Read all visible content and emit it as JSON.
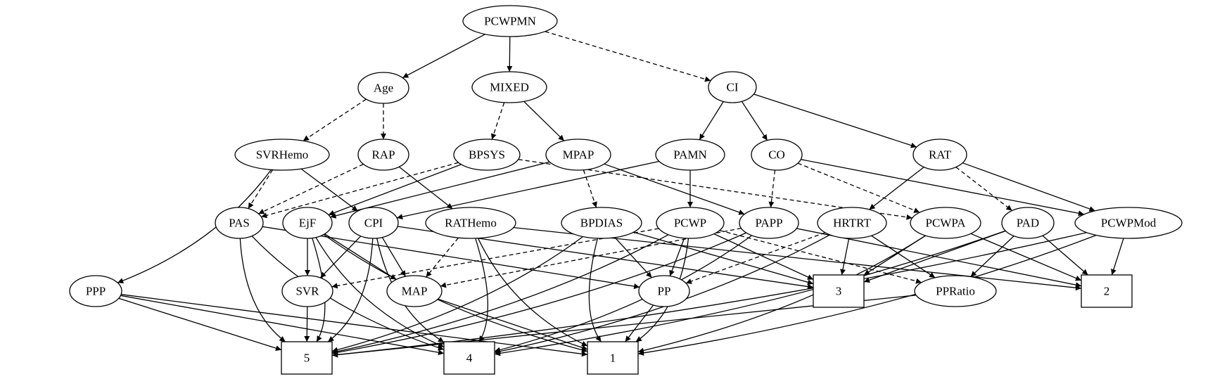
{
  "nodes": [
    {
      "id": "PCWPMN",
      "label": "PCWPMN",
      "shape": "ellipse"
    },
    {
      "id": "Age",
      "label": "Age",
      "shape": "ellipse"
    },
    {
      "id": "MIXED",
      "label": "MIXED",
      "shape": "ellipse"
    },
    {
      "id": "CI",
      "label": "CI",
      "shape": "ellipse"
    },
    {
      "id": "SVRHemo",
      "label": "SVRHemo",
      "shape": "ellipse"
    },
    {
      "id": "RAP",
      "label": "RAP",
      "shape": "ellipse"
    },
    {
      "id": "BPSYS",
      "label": "BPSYS",
      "shape": "ellipse"
    },
    {
      "id": "MPAP",
      "label": "MPAP",
      "shape": "ellipse"
    },
    {
      "id": "PAMN",
      "label": "PAMN",
      "shape": "ellipse"
    },
    {
      "id": "CO",
      "label": "CO",
      "shape": "ellipse"
    },
    {
      "id": "RAT",
      "label": "RAT",
      "shape": "ellipse"
    },
    {
      "id": "PAS",
      "label": "PAS",
      "shape": "ellipse"
    },
    {
      "id": "EjF",
      "label": "EjF",
      "shape": "ellipse"
    },
    {
      "id": "CPI",
      "label": "CPI",
      "shape": "ellipse"
    },
    {
      "id": "RATHemo",
      "label": "RATHemo",
      "shape": "ellipse"
    },
    {
      "id": "BPDIAS",
      "label": "BPDIAS",
      "shape": "ellipse"
    },
    {
      "id": "PCWP",
      "label": "PCWP",
      "shape": "ellipse"
    },
    {
      "id": "PAPP",
      "label": "PAPP",
      "shape": "ellipse"
    },
    {
      "id": "HRTRT",
      "label": "HRTRT",
      "shape": "ellipse"
    },
    {
      "id": "PCWPA",
      "label": "PCWPA",
      "shape": "ellipse"
    },
    {
      "id": "PAD",
      "label": "PAD",
      "shape": "ellipse"
    },
    {
      "id": "PCWPMod",
      "label": "PCWPMod",
      "shape": "ellipse"
    },
    {
      "id": "PPP",
      "label": "PPP",
      "shape": "ellipse"
    },
    {
      "id": "SVR",
      "label": "SVR",
      "shape": "ellipse"
    },
    {
      "id": "MAP",
      "label": "MAP",
      "shape": "ellipse"
    },
    {
      "id": "PP",
      "label": "PP",
      "shape": "ellipse"
    },
    {
      "id": "n3",
      "label": "3",
      "shape": "box"
    },
    {
      "id": "PPRatio",
      "label": "PPRatio",
      "shape": "ellipse"
    },
    {
      "id": "n2",
      "label": "2",
      "shape": "box"
    },
    {
      "id": "n5",
      "label": "5",
      "shape": "box"
    },
    {
      "id": "n4",
      "label": "4",
      "shape": "box"
    },
    {
      "id": "n1",
      "label": "1",
      "shape": "box"
    }
  ],
  "edges": [
    {
      "from": "PCWPMN",
      "to": "Age",
      "style": "solid"
    },
    {
      "from": "PCWPMN",
      "to": "MIXED",
      "style": "solid"
    },
    {
      "from": "PCWPMN",
      "to": "CI",
      "style": "dashed"
    },
    {
      "from": "Age",
      "to": "SVRHemo",
      "style": "dashed"
    },
    {
      "from": "Age",
      "to": "RAP",
      "style": "dashed"
    },
    {
      "from": "MIXED",
      "to": "BPSYS",
      "style": "dashed"
    },
    {
      "from": "MIXED",
      "to": "MPAP",
      "style": "solid"
    },
    {
      "from": "CI",
      "to": "PAMN",
      "style": "solid"
    },
    {
      "from": "CI",
      "to": "CO",
      "style": "solid"
    },
    {
      "from": "CI",
      "to": "RAT",
      "style": "solid"
    },
    {
      "from": "SVRHemo",
      "to": "PAS",
      "style": "dashed"
    },
    {
      "from": "SVRHemo",
      "to": "CPI",
      "style": "solid"
    },
    {
      "from": "SVRHemo",
      "to": "PPP",
      "style": "solid"
    },
    {
      "from": "RAP",
      "to": "PAS",
      "style": "dashed"
    },
    {
      "from": "RAP",
      "to": "RATHemo",
      "style": "solid"
    },
    {
      "from": "BPSYS",
      "to": "PAS",
      "style": "dashed"
    },
    {
      "from": "BPSYS",
      "to": "EjF",
      "style": "solid"
    },
    {
      "from": "BPSYS",
      "to": "PCWPA",
      "style": "dashed"
    },
    {
      "from": "MPAP",
      "to": "EjF",
      "style": "solid"
    },
    {
      "from": "MPAP",
      "to": "BPDIAS",
      "style": "dashed"
    },
    {
      "from": "MPAP",
      "to": "PAPP",
      "style": "solid"
    },
    {
      "from": "PAMN",
      "to": "CPI",
      "style": "solid"
    },
    {
      "from": "PAMN",
      "to": "PCWP",
      "style": "solid"
    },
    {
      "from": "CO",
      "to": "PAPP",
      "style": "dashed"
    },
    {
      "from": "CO",
      "to": "PCWPA",
      "style": "dashed"
    },
    {
      "from": "CO",
      "to": "PCWPMod",
      "style": "solid"
    },
    {
      "from": "RAT",
      "to": "HRTRT",
      "style": "solid"
    },
    {
      "from": "RAT",
      "to": "PAD",
      "style": "dashed"
    },
    {
      "from": "RAT",
      "to": "PCWPMod",
      "style": "solid"
    },
    {
      "from": "PAS",
      "to": "PP",
      "style": "solid"
    },
    {
      "from": "PAS",
      "to": "n5",
      "style": "solid"
    },
    {
      "from": "PAS",
      "to": "n4",
      "style": "solid"
    },
    {
      "from": "EjF",
      "to": "SVR",
      "style": "solid"
    },
    {
      "from": "EjF",
      "to": "MAP",
      "style": "solid"
    },
    {
      "from": "EjF",
      "to": "n5",
      "style": "solid"
    },
    {
      "from": "EjF",
      "to": "n4",
      "style": "solid"
    },
    {
      "from": "EjF",
      "to": "n1",
      "style": "solid"
    },
    {
      "from": "CPI",
      "to": "SVR",
      "style": "solid"
    },
    {
      "from": "CPI",
      "to": "MAP",
      "style": "solid"
    },
    {
      "from": "CPI",
      "to": "n3",
      "style": "solid"
    },
    {
      "from": "CPI",
      "to": "n5",
      "style": "solid"
    },
    {
      "from": "CPI",
      "to": "n4",
      "style": "solid"
    },
    {
      "from": "RATHemo",
      "to": "MAP",
      "style": "dashed"
    },
    {
      "from": "RATHemo",
      "to": "n4",
      "style": "solid"
    },
    {
      "from": "RATHemo",
      "to": "n2",
      "style": "solid"
    },
    {
      "from": "RATHemo",
      "to": "n1",
      "style": "solid"
    },
    {
      "from": "BPDIAS",
      "to": "PP",
      "style": "solid"
    },
    {
      "from": "BPDIAS",
      "to": "n3",
      "style": "solid"
    },
    {
      "from": "BPDIAS",
      "to": "n5",
      "style": "solid"
    },
    {
      "from": "BPDIAS",
      "to": "n1",
      "style": "solid"
    },
    {
      "from": "PCWP",
      "to": "SVR",
      "style": "dashed"
    },
    {
      "from": "PCWP",
      "to": "PP",
      "style": "solid"
    },
    {
      "from": "PCWP",
      "to": "n3",
      "style": "solid"
    },
    {
      "from": "PCWP",
      "to": "PPRatio",
      "style": "dashed"
    },
    {
      "from": "PCWP",
      "to": "n5",
      "style": "solid"
    },
    {
      "from": "PCWP",
      "to": "n1",
      "style": "solid"
    },
    {
      "from": "PAPP",
      "to": "MAP",
      "style": "dashed"
    },
    {
      "from": "PAPP",
      "to": "n2",
      "style": "solid"
    },
    {
      "from": "PAPP",
      "to": "n5",
      "style": "solid"
    },
    {
      "from": "PAPP",
      "to": "n4",
      "style": "solid"
    },
    {
      "from": "HRTRT",
      "to": "PP",
      "style": "dashed"
    },
    {
      "from": "HRTRT",
      "to": "n3",
      "style": "solid"
    },
    {
      "from": "HRTRT",
      "to": "PPRatio",
      "style": "solid"
    },
    {
      "from": "HRTRT",
      "to": "n4",
      "style": "solid"
    },
    {
      "from": "PCWPA",
      "to": "n3",
      "style": "solid"
    },
    {
      "from": "PCWPA",
      "to": "n2",
      "style": "solid"
    },
    {
      "from": "PCWPA",
      "to": "n1",
      "style": "solid"
    },
    {
      "from": "PAD",
      "to": "n3",
      "style": "solid"
    },
    {
      "from": "PAD",
      "to": "PPRatio",
      "style": "solid"
    },
    {
      "from": "PAD",
      "to": "n2",
      "style": "solid"
    },
    {
      "from": "PAD",
      "to": "n4",
      "style": "solid"
    },
    {
      "from": "PCWPMod",
      "to": "n2",
      "style": "solid"
    },
    {
      "from": "PCWPMod",
      "to": "n5",
      "style": "solid"
    },
    {
      "from": "PCWPMod",
      "to": "n1",
      "style": "solid"
    },
    {
      "from": "PPP",
      "to": "n5",
      "style": "solid"
    },
    {
      "from": "PPP",
      "to": "n4",
      "style": "solid"
    },
    {
      "from": "PPP",
      "to": "n1",
      "style": "solid"
    },
    {
      "from": "SVR",
      "to": "n5",
      "style": "solid"
    },
    {
      "from": "MAP",
      "to": "n1",
      "style": "solid"
    },
    {
      "from": "PP",
      "to": "n1",
      "style": "solid"
    },
    {
      "from": "PPRatio",
      "to": "n5",
      "style": "solid"
    }
  ]
}
